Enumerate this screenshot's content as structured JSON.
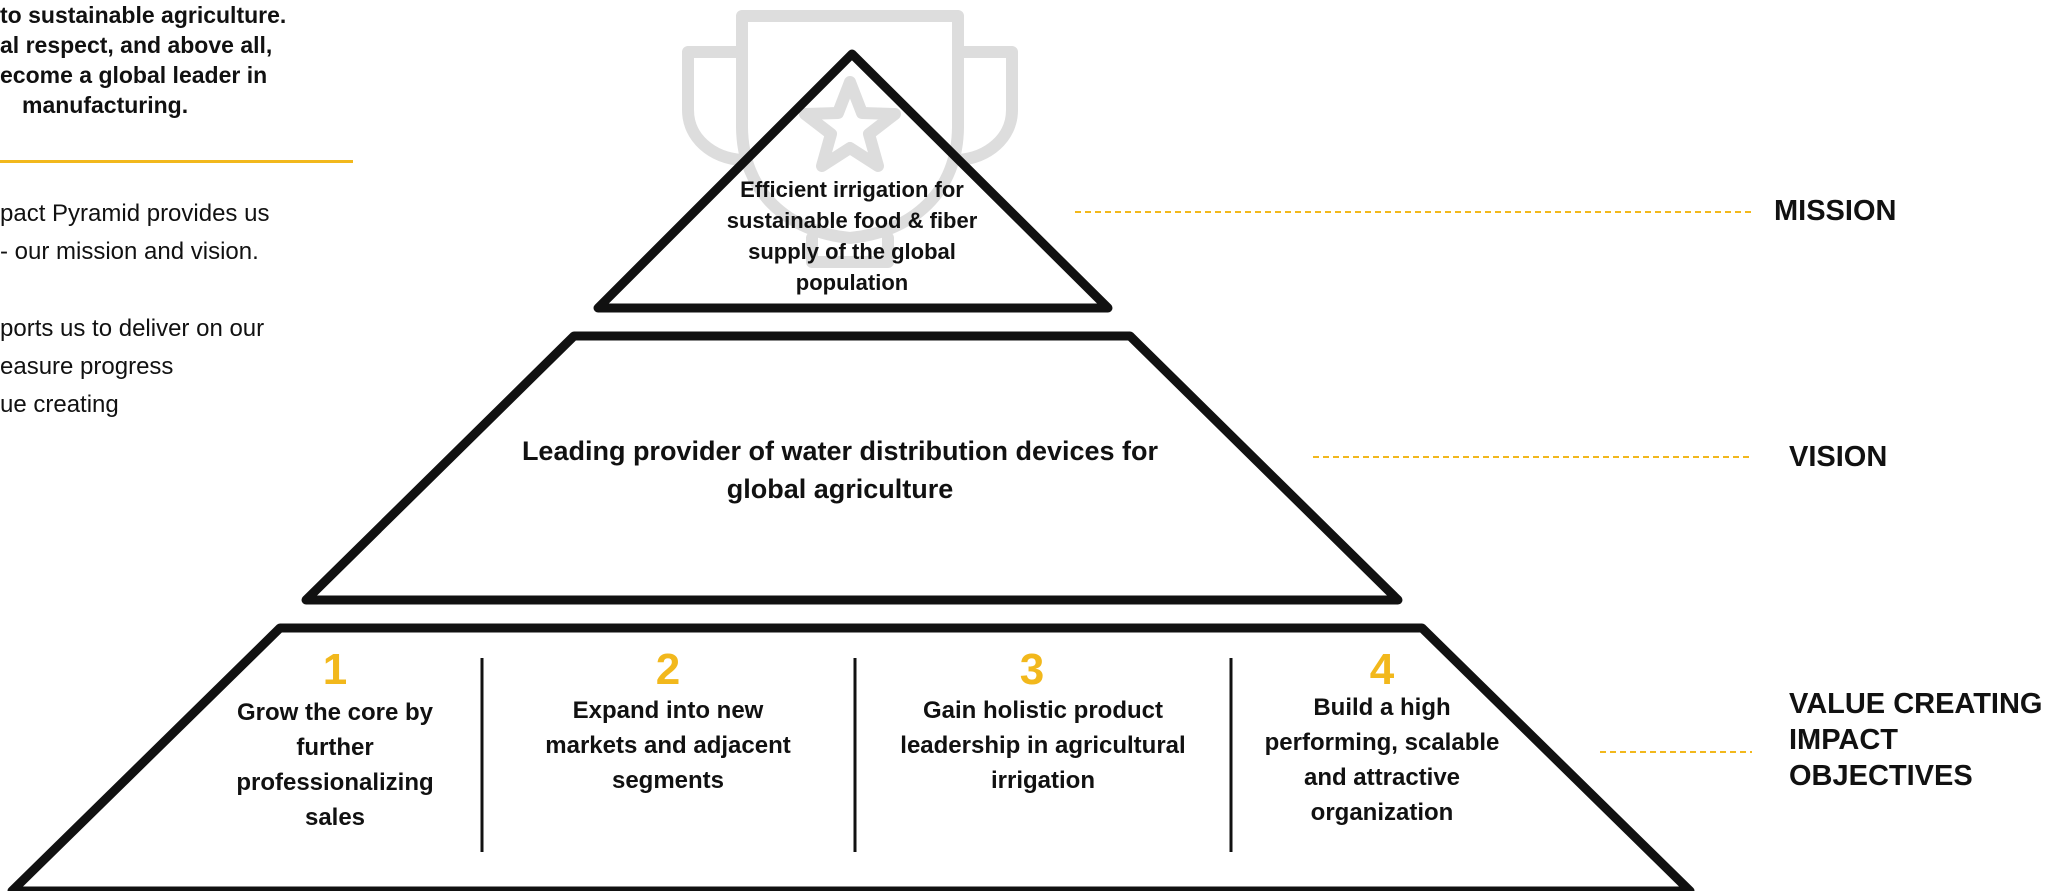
{
  "intro": {
    "bold_lines": [
      "to sustainable agriculture.",
      "al respect, and above all,",
      "ecome a global leader in",
      "manufacturing."
    ],
    "paragraph1_lines": [
      "pact Pyramid provides us",
      "- our mission and vision."
    ],
    "paragraph2_lines": [
      "ports us to deliver on our",
      "easure progress",
      "ue creating"
    ]
  },
  "pyramid": {
    "mission_text": "Efficient irrigation for sustainable food & fiber supply of the global population",
    "vision_text": "Leading provider of water distribution devices for global agriculture",
    "objectives": [
      {
        "number": "1",
        "text": "Grow the core by further professionalizing sales"
      },
      {
        "number": "2",
        "text": "Expand into new markets and adjacent segments"
      },
      {
        "number": "3",
        "text": "Gain holistic product leadership in agricultural irrigation"
      },
      {
        "number": "4",
        "text": "Build a high performing, scalable and attractive organization"
      }
    ],
    "background_icon": "trophy-star-icon"
  },
  "labels": {
    "mission": "MISSION",
    "vision": "VISION",
    "objectives_lines": [
      "VALUE CREATING",
      "IMPACT",
      "OBJECTIVES"
    ]
  },
  "colors": {
    "accent": "#F2B81C",
    "outline": "#111111",
    "watermark": "#DDDDDD"
  }
}
